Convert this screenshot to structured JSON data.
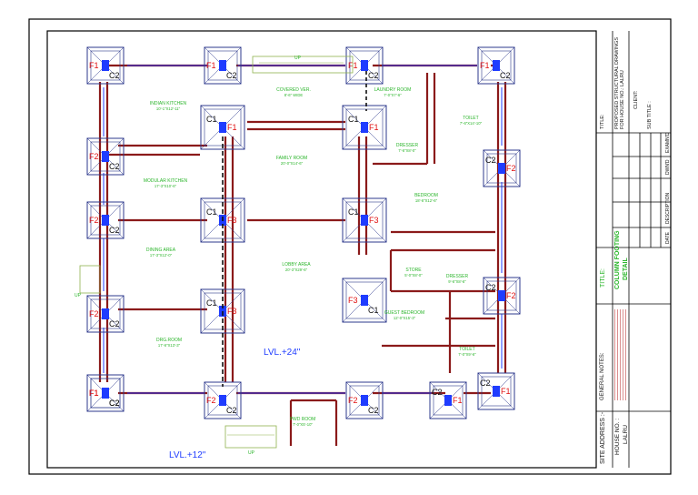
{
  "colors": {
    "wall": "#8b1a1a",
    "column": "#1f3cff",
    "footing": "#2e3a8c",
    "room_label": "#2bb52b",
    "footing_label_red": "#e01010",
    "footing_label_black": "#111111",
    "level_text": "#1f3cff",
    "sheet_border": "#000000"
  },
  "plan": {
    "levels": [
      "LVL.+24\"",
      "LVL.+12\""
    ],
    "up_labels": [
      "UP",
      "UP",
      "UP"
    ],
    "rooms": [
      {
        "name": "INDIAN KITCHEN",
        "size": "10'-1\"X12'-11\""
      },
      {
        "name": "COVERED VER.",
        "size": "8'-6\" WIDE"
      },
      {
        "name": "LAUNDRY ROOM",
        "size": "7'-0\"X7'-6\""
      },
      {
        "name": "TOILET",
        "size": "7'-6\"X14'-10\""
      },
      {
        "name": "DRESSER",
        "size": "7'-6\"X8'-0\""
      },
      {
        "name": "FAMILY ROOM",
        "size": "20'-0\"X14'-6\""
      },
      {
        "name": "MODULAR KITCHEN",
        "size": "17'-3\"X10'-6\""
      },
      {
        "name": "BEDROOM",
        "size": "18'-6\"X12'-6\""
      },
      {
        "name": "DINING AREA",
        "size": "17'-3\"X12'-0\""
      },
      {
        "name": "LOBBY AREA",
        "size": "20'-3\"X29'-6\""
      },
      {
        "name": "STORE",
        "size": "5'-0\"X8'-0\""
      },
      {
        "name": "DRESSER",
        "size": "9'-6\"X8'-6\""
      },
      {
        "name": "GUEST BEDROOM",
        "size": "12'-0\"X15'-3\""
      },
      {
        "name": "DRG.ROOM",
        "size": "17'-6\"X13'-3\""
      },
      {
        "name": "TOILET",
        "size": "7'-0\"X9'-6\""
      },
      {
        "name": "PWD ROOM",
        "size": "7'-0\"X5'-10\""
      }
    ],
    "footings": [
      {
        "type": "F1",
        "col": "C2"
      },
      {
        "type": "F1",
        "col": "C2"
      },
      {
        "type": "F1",
        "col": "C2"
      },
      {
        "type": "F1",
        "col": "C2"
      },
      {
        "type": "F1",
        "col": "C1"
      },
      {
        "type": "F1",
        "col": "C1"
      },
      {
        "type": "F2",
        "col": "C2"
      },
      {
        "type": "F2",
        "col": "C2"
      },
      {
        "type": "F3",
        "col": "C1"
      },
      {
        "type": "F3",
        "col": "C1"
      },
      {
        "type": "F2",
        "col": "C2"
      },
      {
        "type": "F2",
        "col": "C2"
      },
      {
        "type": "F2",
        "col": "C2"
      },
      {
        "type": "F3",
        "col": "C1"
      },
      {
        "type": "F3",
        "col": "C1"
      },
      {
        "type": "F1",
        "col": "C2"
      },
      {
        "type": "F2",
        "col": "C2"
      },
      {
        "type": "F2",
        "col": "C2"
      },
      {
        "type": "F1",
        "col": "C2"
      },
      {
        "type": "F1",
        "col": "C2"
      },
      {
        "type": "F1",
        "col": "C2"
      }
    ]
  },
  "title_block": {
    "title_label": "TITLE:",
    "title_text": "PROPOSED STRUCTURAL DRAWINGS FOR HOUSE NO.: LALRU",
    "client_label": "CLIENT:",
    "sub_title_label": "SUB TITLE :",
    "revision_headers": [
      "DATE",
      "DESCRIPTION",
      "DWN'D",
      "EXAMN'D"
    ],
    "sheet_title_label": "TITLE:",
    "sheet_title_line1": "COLUMN FOOTING",
    "sheet_title_line2": "DETAIL",
    "general_notes_label": "GENERAL NOTES:",
    "site_address_label": "SITE ADDRESS :-",
    "house_no_label": "HOUSE NO. :",
    "site_name": "LALRU"
  }
}
